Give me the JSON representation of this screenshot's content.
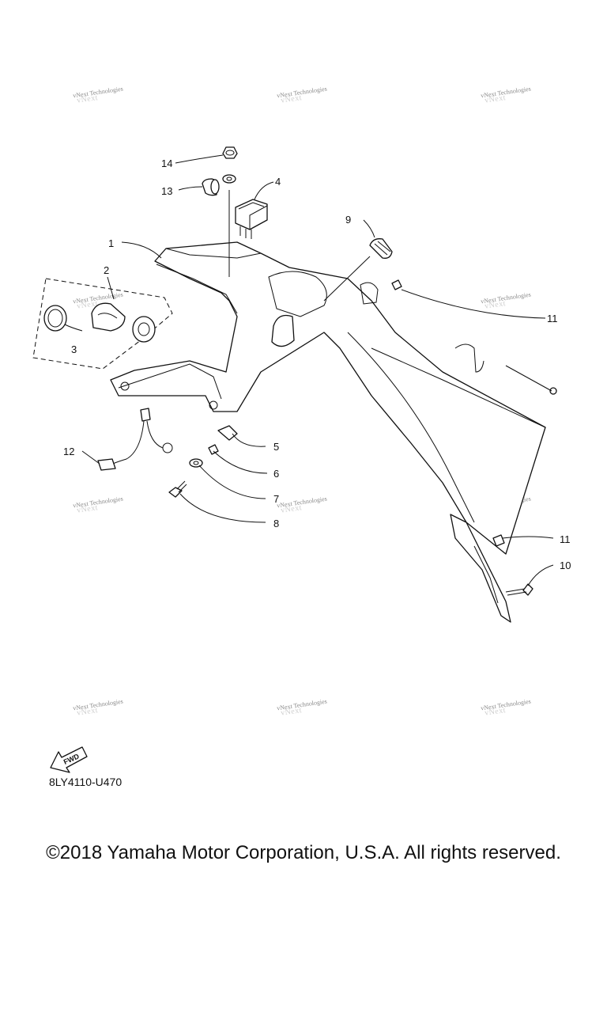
{
  "callouts": {
    "c1": "1",
    "c2": "2",
    "c3": "3",
    "c4": "4",
    "c5": "5",
    "c6": "6",
    "c7": "7",
    "c8": "8",
    "c9": "9",
    "c10": "10",
    "c11a": "11",
    "c11b": "11",
    "c12": "12",
    "c13": "13",
    "c14": "14"
  },
  "watermark": {
    "text": "vNext Technologies",
    "ghost": "vNext"
  },
  "fwd_label": "FWD",
  "diagram_code": "8LY4110-U470",
  "copyright": "©2018 Yamaha Motor Corporation, U.S.A. All rights reserved."
}
